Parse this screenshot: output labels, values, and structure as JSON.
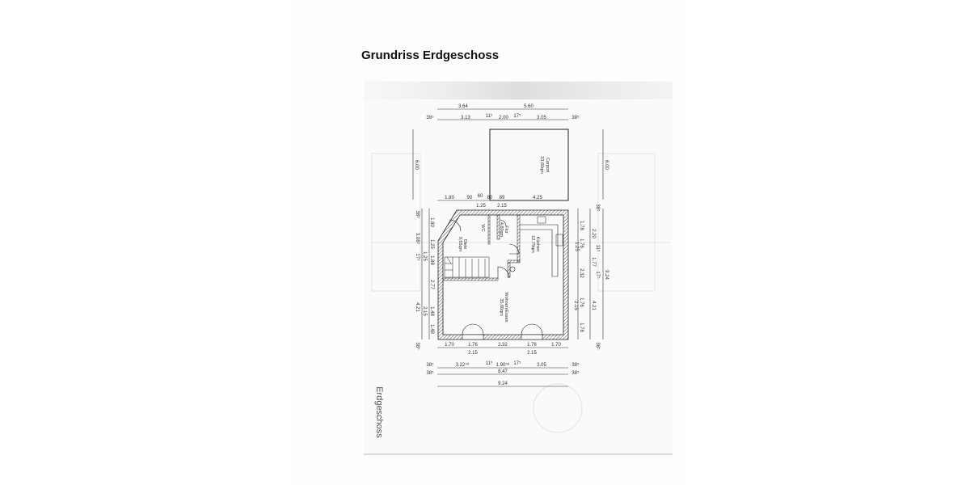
{
  "title": "Grundriss Erdgeschoss",
  "side_label": "Erdgeschoss",
  "rooms": {
    "carport": "Carport",
    "carport_area": "33,60qm",
    "diele": "Diele",
    "diele_area": "9,65qm",
    "wc": "WC",
    "flur": "Flur",
    "flur_area": "4,80qm",
    "kuechen": "Küchen",
    "kuechen_area": "12,79qm",
    "wohnen": "Wohnen/Essen",
    "wohnen_area": "35,66qm"
  },
  "dims": {
    "top1": [
      "3.64",
      "5.60"
    ],
    "top2": [
      "38⁵",
      "3.13",
      "11⁵",
      "2.00",
      "17⁵",
      "3.05",
      "38⁵"
    ],
    "carport_height_left": "6.00",
    "carport_height_right": "6.00",
    "mid_row": [
      "1.80",
      "90",
      "60",
      "80",
      "89",
      "4.25"
    ],
    "mid_row_sub": [
      "1.25",
      "2.15"
    ],
    "left_col": [
      "38⁵",
      "1.80",
      "3.08⁵",
      "1.25",
      "1.25",
      "17⁵",
      "1.88",
      "2.77",
      "4.21",
      "2.15",
      "1.48",
      "1.48",
      "38⁵"
    ],
    "right_col": [
      "38⁵",
      "1.78",
      "2.20",
      "11⁵",
      "1.76",
      "1.25",
      "1.77",
      "17⁵",
      "2.32",
      "4.21",
      "1.76",
      "2.15",
      "1.78",
      "9.24",
      "38⁵"
    ],
    "bottom1": [
      "1.70",
      "1.76",
      "2.32",
      "1.76",
      "1.70"
    ],
    "bottom1_sub": [
      "2.15",
      "2.15"
    ],
    "bottom2": [
      "38⁵",
      "3.22⁴⁸",
      "11⁵",
      "1.90⁵⁸",
      "17⁵",
      "3.05",
      "38⁵"
    ],
    "bottom3": [
      "38⁵",
      "8.47",
      "38⁵"
    ],
    "bottom4": "9.24"
  }
}
